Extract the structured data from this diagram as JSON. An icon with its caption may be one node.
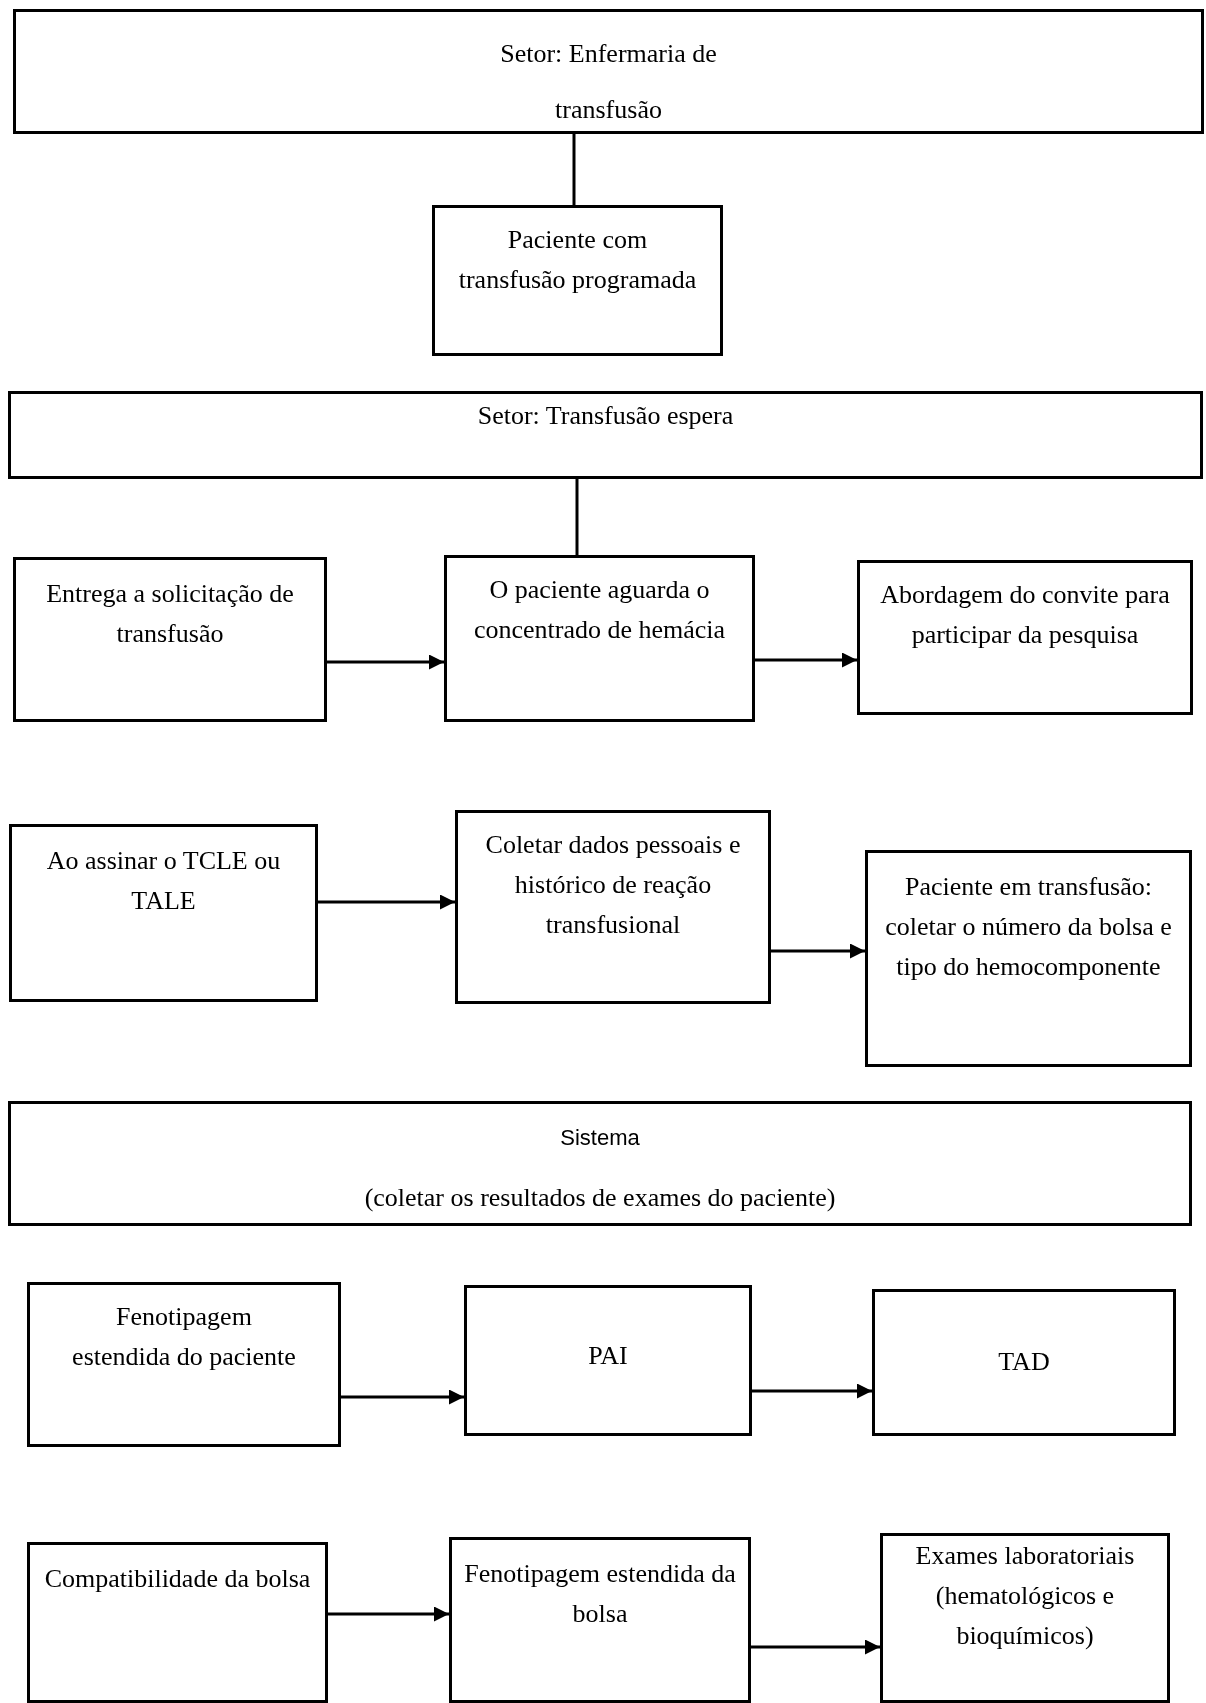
{
  "diagram": {
    "nodes": [
      {
        "text": [
          "Setor: Enfermaria de transfusão"
        ]
      },
      {
        "text": [
          "Paciente com transfusão programada"
        ]
      },
      {
        "text": [
          "Setor: Transfusão espera"
        ]
      },
      {
        "text": [
          "Entrega a solicitação de transfusão"
        ]
      },
      {
        "text": [
          "O paciente aguarda o concentrado de hemácia"
        ]
      },
      {
        "text": [
          "Abordagem do convite para participar da pesquisa"
        ]
      },
      {
        "text": [
          "Ao assinar o TCLE ou TALE"
        ]
      },
      {
        "text": [
          "Coletar dados pessoais e histórico de reação transfusional"
        ]
      },
      {
        "text": [
          "Paciente em transfusão: coletar o número da bolsa e tipo do hemocomponente"
        ]
      },
      {
        "text": [
          "Sistema",
          "(coletar os resultados de exames do paciente)"
        ]
      },
      {
        "text": [
          "Fenotipagem estendida do paciente"
        ]
      },
      {
        "text": [
          "PAI"
        ]
      },
      {
        "text": [
          "TAD"
        ]
      },
      {
        "text": [
          "Compatibilidade da bolsa"
        ]
      },
      {
        "text": [
          "Fenotipagem estendida da bolsa"
        ]
      },
      {
        "text": [
          "Exames laboratoriais (hematológicos e bioquímicos)"
        ]
      }
    ],
    "edges": [
      {
        "from": 0,
        "to": 1,
        "arrow": "none"
      },
      {
        "from": 2,
        "to": 4,
        "arrow": "none"
      },
      {
        "from": 3,
        "to": 4,
        "arrow": "to"
      },
      {
        "from": 4,
        "to": 5,
        "arrow": "to"
      },
      {
        "from": 6,
        "to": 7,
        "arrow": "to"
      },
      {
        "from": 7,
        "to": 8,
        "arrow": "to"
      },
      {
        "from": 10,
        "to": 11,
        "arrow": "to"
      },
      {
        "from": 11,
        "to": 12,
        "arrow": "to"
      },
      {
        "from": 13,
        "to": 14,
        "arrow": "to"
      },
      {
        "from": 14,
        "to": 15,
        "arrow": "to"
      }
    ]
  }
}
